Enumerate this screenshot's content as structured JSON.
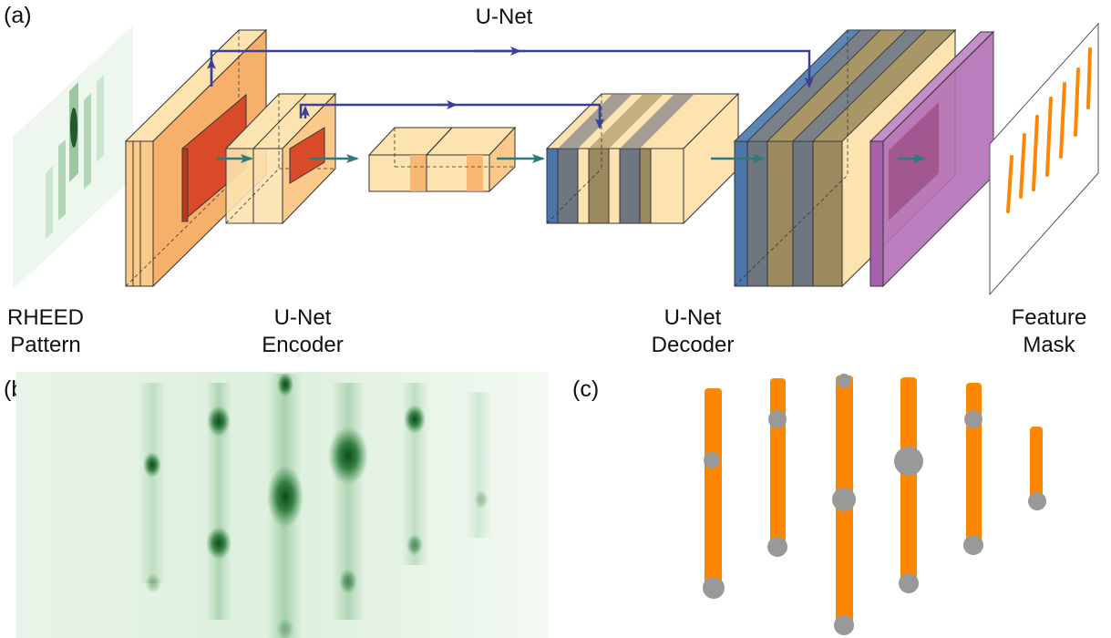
{
  "panels": {
    "a": {
      "letter": "(a)"
    },
    "b": {
      "letter": "(b)"
    },
    "c": {
      "letter": "(c)"
    }
  },
  "diagram": {
    "title": "U-Net",
    "input_label_line1": "RHEED",
    "input_label_line2": "Pattern",
    "encoder_label_line1": "U-Net",
    "encoder_label_line2": "Encoder",
    "decoder_label_line1": "U-Net",
    "decoder_label_line2": "Decoder",
    "output_label_line1": "Feature",
    "output_label_line2": "Mask"
  },
  "colors": {
    "encoder_fill": "#f7b06a",
    "encoder_light": "#fde3b0",
    "kernel_red": "#d94a2a",
    "decoder_blue": "#4a76a8",
    "decoder_gray": "#6e7680",
    "decoder_olive": "#9a8a5e",
    "output_purple": "#b36fb8",
    "skip_arrow": "#3a3f9a",
    "flow_arrow": "#2f7a78",
    "rheed_green": "#1f6e2e",
    "mask_orange": "#ff8600",
    "mask_gray": "#999999"
  }
}
